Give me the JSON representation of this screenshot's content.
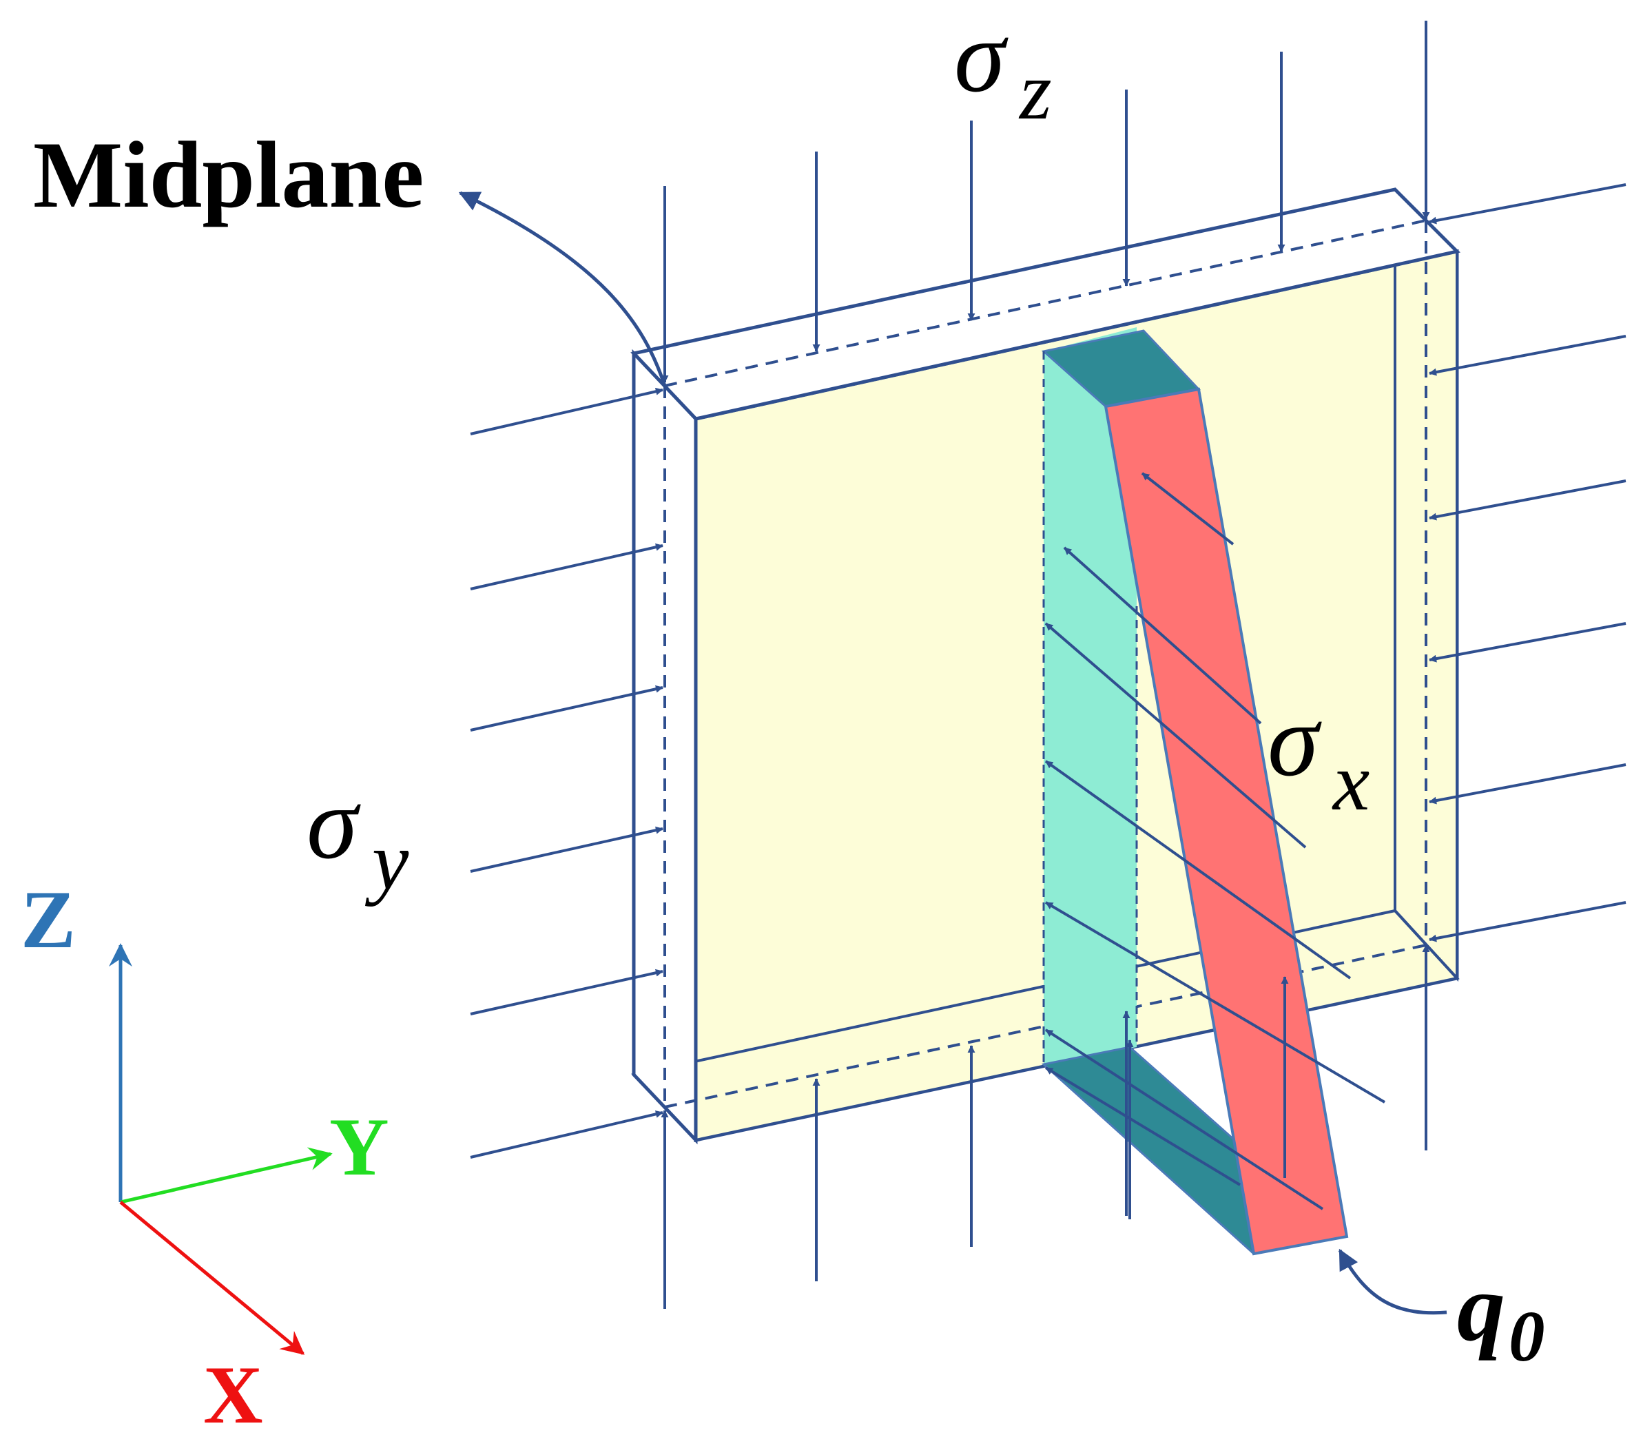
{
  "labels": {
    "midplane": "Midplane",
    "sigma_z": {
      "symbol": "σ",
      "sub": "z"
    },
    "sigma_x": {
      "symbol": "σ",
      "sub": "x"
    },
    "sigma_y": {
      "symbol": "σ",
      "sub": "y"
    },
    "q0": {
      "symbol": "q",
      "sub": "0"
    }
  },
  "axes": {
    "z": {
      "label": "Z",
      "color": "#2e74b5"
    },
    "y": {
      "label": "Y",
      "color": "#22dd22"
    },
    "x": {
      "label": "X",
      "color": "#ee1111"
    }
  },
  "colors": {
    "stroke": "#2f4f8f",
    "plate_fill": "#fdfdd8",
    "crack_face": "#8eecd4",
    "crack_dark": "#2e8a95",
    "crack_front": "#ff7373"
  }
}
